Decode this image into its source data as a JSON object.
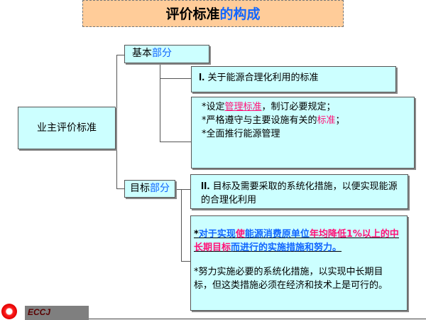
{
  "title": {
    "part1": "评价标准",
    "part2": "的构成"
  },
  "root": {
    "label": "业主评价标准"
  },
  "basic": {
    "label_a": "基本",
    "label_b": "部分",
    "section1": {
      "numeral": "I.",
      "text": "关于能源合理化利用的标准"
    },
    "bullets": [
      {
        "star": "*",
        "a": "设定",
        "b": "管理标准",
        "c": "，制订必要规定；"
      },
      {
        "star": "*",
        "a": "严格遵守与主要设施有关的",
        "b": "标准",
        "c": "；"
      },
      {
        "star": "*",
        "a": "全面推行能源管理"
      }
    ]
  },
  "target": {
    "label_a": "目标",
    "label_b": "部分",
    "section2": {
      "numeral": "II.",
      "text": "目标及需要采取的系统化措施，以便实现能源的合理化利用"
    },
    "item1": {
      "star": "*",
      "a": "对于实现",
      "b": "使",
      "c": "能源消费原单位",
      "d": "年均降低1%以上的中长期目标",
      "e": "而进行的实施措施和努力。"
    },
    "item2": "*努力实施必要的系统化措施，以实现中长期目标，但这类措施必须在经济和技术上是可行的。"
  },
  "footer": {
    "logo_text": "ECCJ"
  }
}
